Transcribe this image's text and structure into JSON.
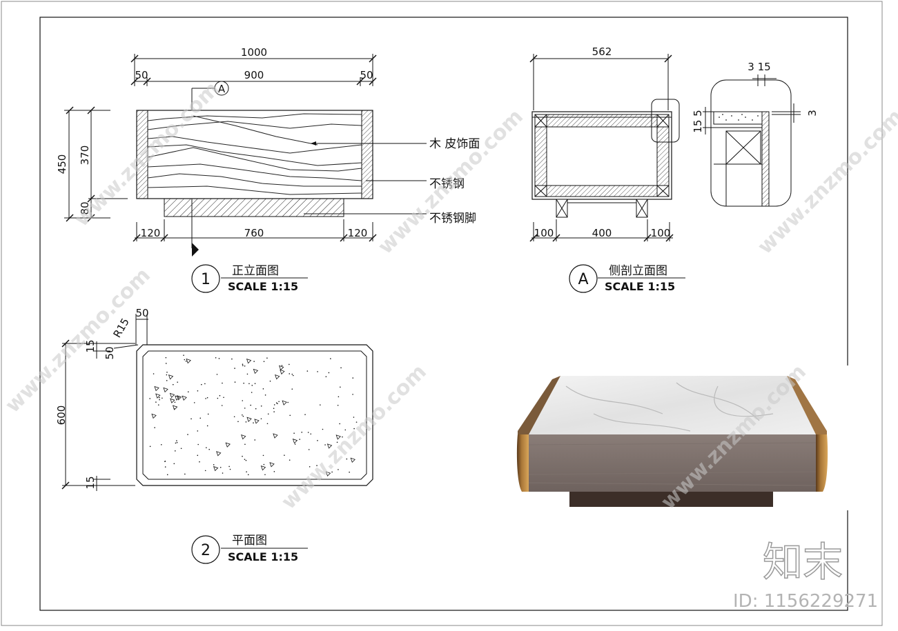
{
  "front_elevation": {
    "dims": {
      "overall_width": "1000",
      "top_left": "50",
      "top_mid": "900",
      "top_right": "50",
      "height_total": "450",
      "height_body": "370",
      "height_base": "80",
      "bottom_left": "120",
      "bottom_mid": "760",
      "bottom_right": "120"
    },
    "section_marker": "A",
    "callouts": [
      "木 皮饰面",
      "不锈钢",
      "不锈钢脚"
    ],
    "number": "1",
    "title": "正立面图",
    "scale": "SCALE 1:15"
  },
  "side_section": {
    "dims": {
      "overall": "562",
      "bottom_left": "100",
      "bottom_mid": "400",
      "bottom_right": "100",
      "detail_top": "3 15",
      "detail_left": "15 5",
      "detail_right": "3"
    },
    "number": "A",
    "title": "侧剖立面图",
    "scale": "SCALE 1:15"
  },
  "plan": {
    "dims": {
      "top": "50",
      "radius": "R15",
      "left_small_1": "15",
      "left_small_2": "50",
      "height": "600",
      "bottom_small": "15"
    },
    "number": "2",
    "title": "平面图",
    "scale": "SCALE 1:15"
  },
  "photo": {
    "description_icon": "marble-coffee-table-photo"
  },
  "watermark": {
    "text": "www.znzmo.com",
    "logo": "知末"
  },
  "brand": {
    "logo": "知末",
    "id": "ID: 1156229271"
  }
}
